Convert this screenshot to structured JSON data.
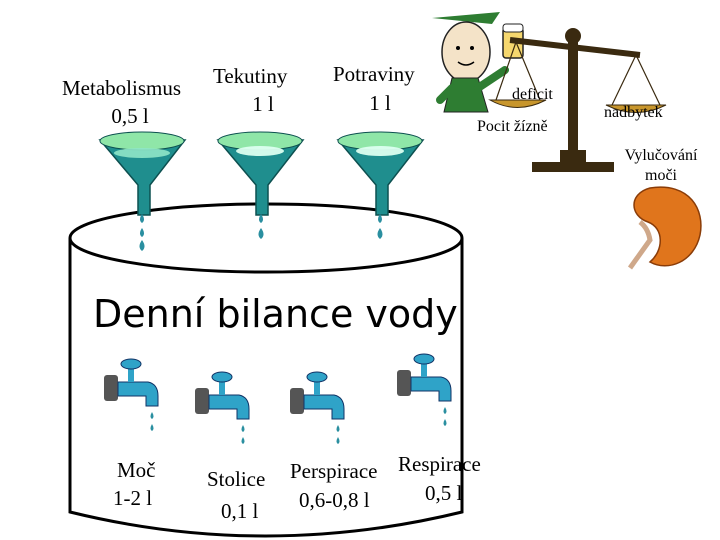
{
  "title": "Denní bilance vody",
  "inputs": [
    {
      "label": "Metabolismus",
      "amount": "0,5 l"
    },
    {
      "label": "Tekutiny",
      "amount": "1 l"
    },
    {
      "label": "Potraviny",
      "amount": "1 l"
    }
  ],
  "outputs": [
    {
      "label": "Moč",
      "amount": "1-2 l"
    },
    {
      "label": "Stolice",
      "amount": "0,1 l"
    },
    {
      "label": "Perspirace",
      "amount": "0,6-0,8 l"
    },
    {
      "label": "Respirace",
      "amount": "0,5 l"
    }
  ],
  "balance": {
    "deficit": "deficit",
    "thirst": "Pocit žízně",
    "surplus": "nadbytek",
    "excretion": "Vylučování moči"
  },
  "colors": {
    "funnel": "#1f8e8e",
    "water": "#8fe6a8",
    "drop": "#2a8fa0",
    "faucet": "#2fa3c8",
    "scale": "#3a2a10",
    "pan": "#c8962c",
    "kidney": "#e0751c"
  }
}
